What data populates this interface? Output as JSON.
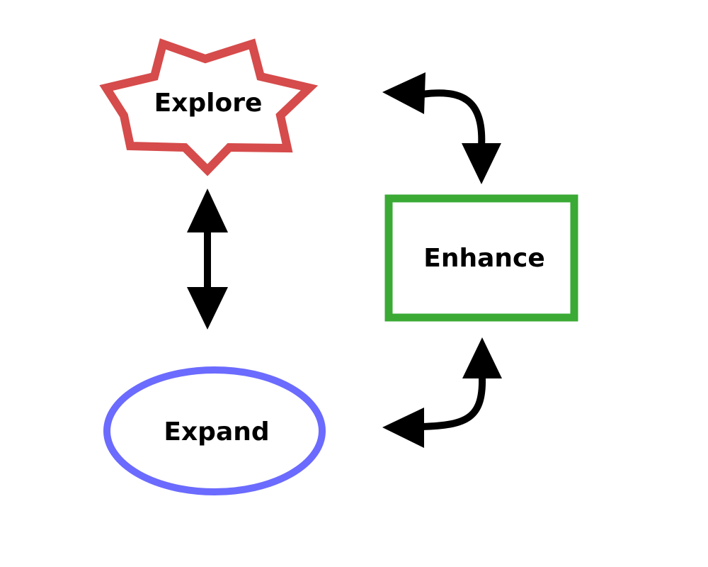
{
  "nodes": {
    "explore": {
      "label": "Explore",
      "shape": "star",
      "color": "#d64b4b"
    },
    "enhance": {
      "label": "Enhance",
      "shape": "rectangle",
      "color": "#3aaa35"
    },
    "expand": {
      "label": "Expand",
      "shape": "ellipse",
      "color": "#6b6bff"
    }
  },
  "edges": [
    {
      "from": "explore",
      "to": "expand",
      "style": "bidirectional-straight"
    },
    {
      "from": "explore",
      "to": "enhance",
      "style": "bidirectional-curved"
    },
    {
      "from": "expand",
      "to": "enhance",
      "style": "bidirectional-curved"
    }
  ],
  "arrow_color": "#000000",
  "background": "#ffffff"
}
